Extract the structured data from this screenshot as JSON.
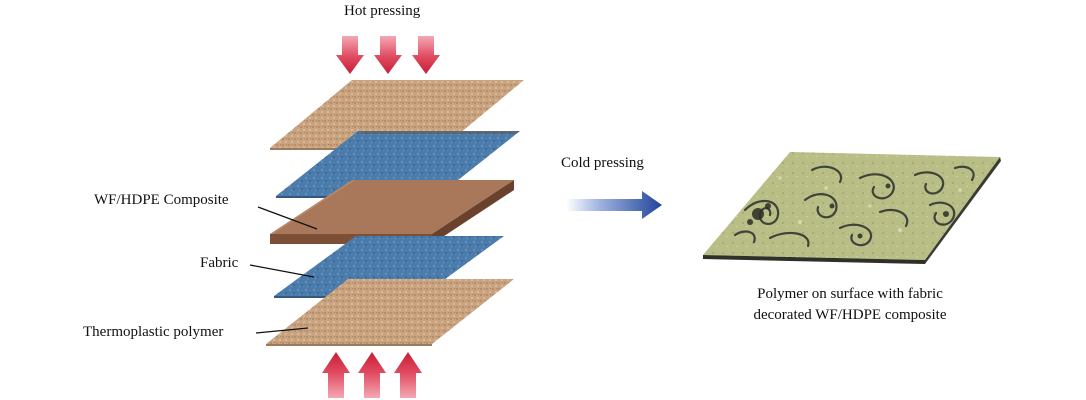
{
  "labels": {
    "hot_pressing": "Hot pressing",
    "cold_pressing": "Cold pressing",
    "wf_hdpe_composite": "WF/HDPE Composite",
    "fabric": "Fabric",
    "thermoplastic_polymer": "Thermoplastic polymer",
    "result_line1": "Polymer on surface with fabric",
    "result_line2": "decorated WF/HDPE composite"
  },
  "layers_top_to_bottom": [
    "thermoplastic-polymer",
    "fabric",
    "wf-hdpe-composite",
    "fabric",
    "thermoplastic-polymer"
  ],
  "colors": {
    "polymer": "#c8a07c",
    "polymer_dark": "#b38a66",
    "fabric": "#4a7aa8",
    "fabric_dark": "#3a6590",
    "composite_top": "#a87858",
    "composite_side": "#7a4e36",
    "pressure_arrow": "#d8283f",
    "process_arrow": "#2d4f9c",
    "product_surface": "#b8bc84",
    "product_pattern": "#3f4438"
  },
  "icons": {
    "hot_press_arrows": "arrow-down-icon",
    "bottom_press_arrows": "arrow-up-icon",
    "process_arrow": "arrow-right-icon"
  }
}
